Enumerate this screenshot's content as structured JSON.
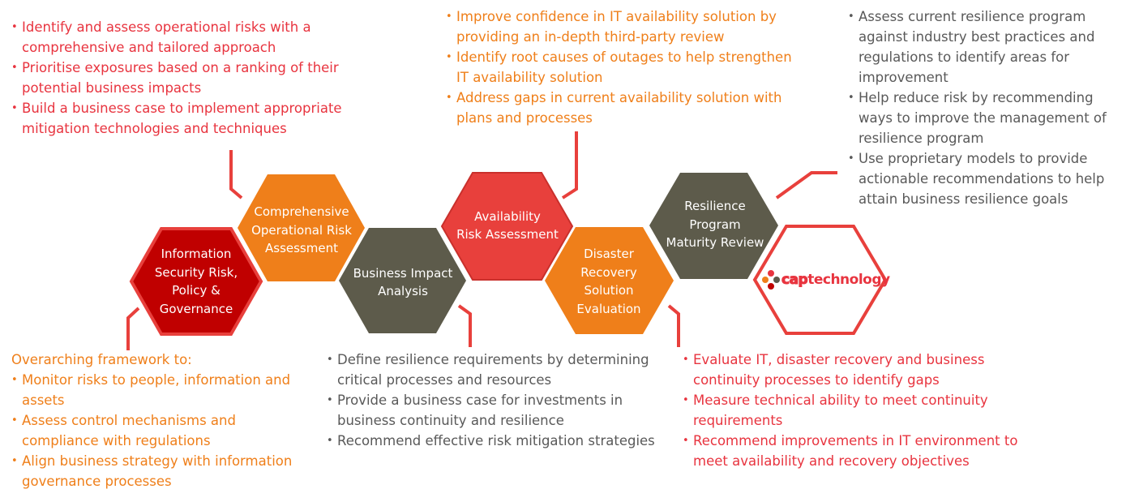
{
  "colors": {
    "red": "#e8343f",
    "dark_red": "#c00000",
    "orange": "#ef7f1a",
    "olive": "#5d5b4b",
    "gray_text": "#595959",
    "outline": "#e8403c"
  },
  "hexagons": [
    {
      "id": "info-security",
      "label": "Information Security Risk, Policy & Governance",
      "lines": [
        "Information",
        "Security Risk,",
        "Policy &",
        "Governance"
      ]
    },
    {
      "id": "comprehensive",
      "label": "Comprehensive Operational Risk Assessment",
      "lines": [
        "Comprehensive",
        "Operational Risk",
        "Assessment"
      ]
    },
    {
      "id": "business-impact",
      "label": "Business Impact Analysis",
      "lines": [
        "Business Impact",
        "Analysis"
      ]
    },
    {
      "id": "availability",
      "label": "Availability Risk Assessment",
      "lines": [
        "Availability",
        "Risk Assessment"
      ]
    },
    {
      "id": "disaster-recovery",
      "label": "Disaster Recovery Solution Evaluation",
      "lines": [
        "Disaster",
        "Recovery",
        "Solution",
        "Evaluation"
      ]
    },
    {
      "id": "resilience",
      "label": "Resilience Program Maturity Review",
      "lines": [
        "Resilience",
        "Program",
        "Maturity Review"
      ]
    }
  ],
  "logo": {
    "icon": "hexagon-dots-logo-icon",
    "cap": "cap",
    "technology": "technology"
  },
  "callouts": {
    "comprehensive": {
      "items": [
        "Identify and assess operational risks with a comprehensive and tailored approach",
        "Prioritise exposures based on a ranking of their potential business impacts",
        "Build a business case to implement appropriate mitigation technologies and techniques"
      ]
    },
    "availability": {
      "items": [
        "Improve confidence in IT availability solution by providing an in-depth third-party review",
        "Identify root causes of outages to help strengthen IT availability solution",
        "Address gaps in current availability solution with plans and processes"
      ]
    },
    "resilience": {
      "items": [
        "Assess current resilience program against industry best practices and regulations to identify areas for improvement",
        "Help reduce risk by recommending ways to improve the management of resilience program",
        "Use proprietary models to provide actionable recommendations to help attain business resilience goals"
      ]
    },
    "info_security": {
      "intro": "Overarching framework to:",
      "items": [
        "Monitor risks to people, information and assets",
        "Assess control mechanisms and compliance with regulations",
        "Align business strategy with information governance processes"
      ]
    },
    "business_impact": {
      "items": [
        "Define resilience requirements by determining critical processes and resources",
        "Provide a business case for investments in business continuity and resilience",
        "Recommend effective risk mitigation strategies"
      ]
    },
    "disaster_recovery": {
      "items": [
        "Evaluate IT, disaster recovery and business continuity processes to identify gaps",
        "Measure technical ability to meet continuity requirements",
        "Recommend improvements in IT environment to meet availability and recovery objectives"
      ]
    }
  }
}
